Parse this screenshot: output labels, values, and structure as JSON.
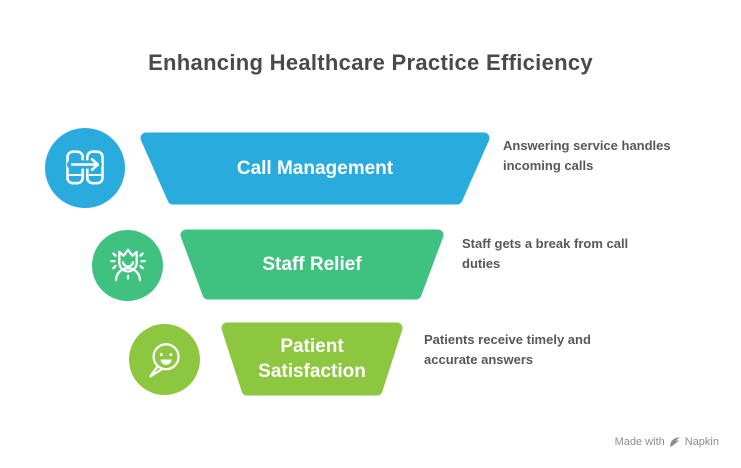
{
  "title": "Enhancing Healthcare Practice Efficiency",
  "funnel": {
    "type": "funnel-diagram",
    "stages": [
      {
        "label": "Call Management",
        "description": "Answering service handles incoming calls",
        "color": "#29abdd",
        "icon": "call-transfer-icon"
      },
      {
        "label": "Staff Relief",
        "description": "Staff gets a break from call duties",
        "color": "#3fc180",
        "icon": "relieved-person-crown-icon"
      },
      {
        "label": "Patient Satisfaction",
        "description": "Patients receive timely and accurate answers",
        "color": "#8dc63f",
        "icon": "smiley-speech-bubble-icon"
      }
    ]
  },
  "colors": {
    "stage1_blue": "#29abdd",
    "stage2_green": "#3fc180",
    "stage3_lime": "#8dc63f",
    "title_text": "#4a4a4a",
    "description_text": "#585858",
    "stage_label_text": "#ffffff",
    "credit_text": "#8d8d8d",
    "background": "#ffffff"
  },
  "credit": {
    "prefix": "Made with",
    "brand": "Napkin"
  }
}
